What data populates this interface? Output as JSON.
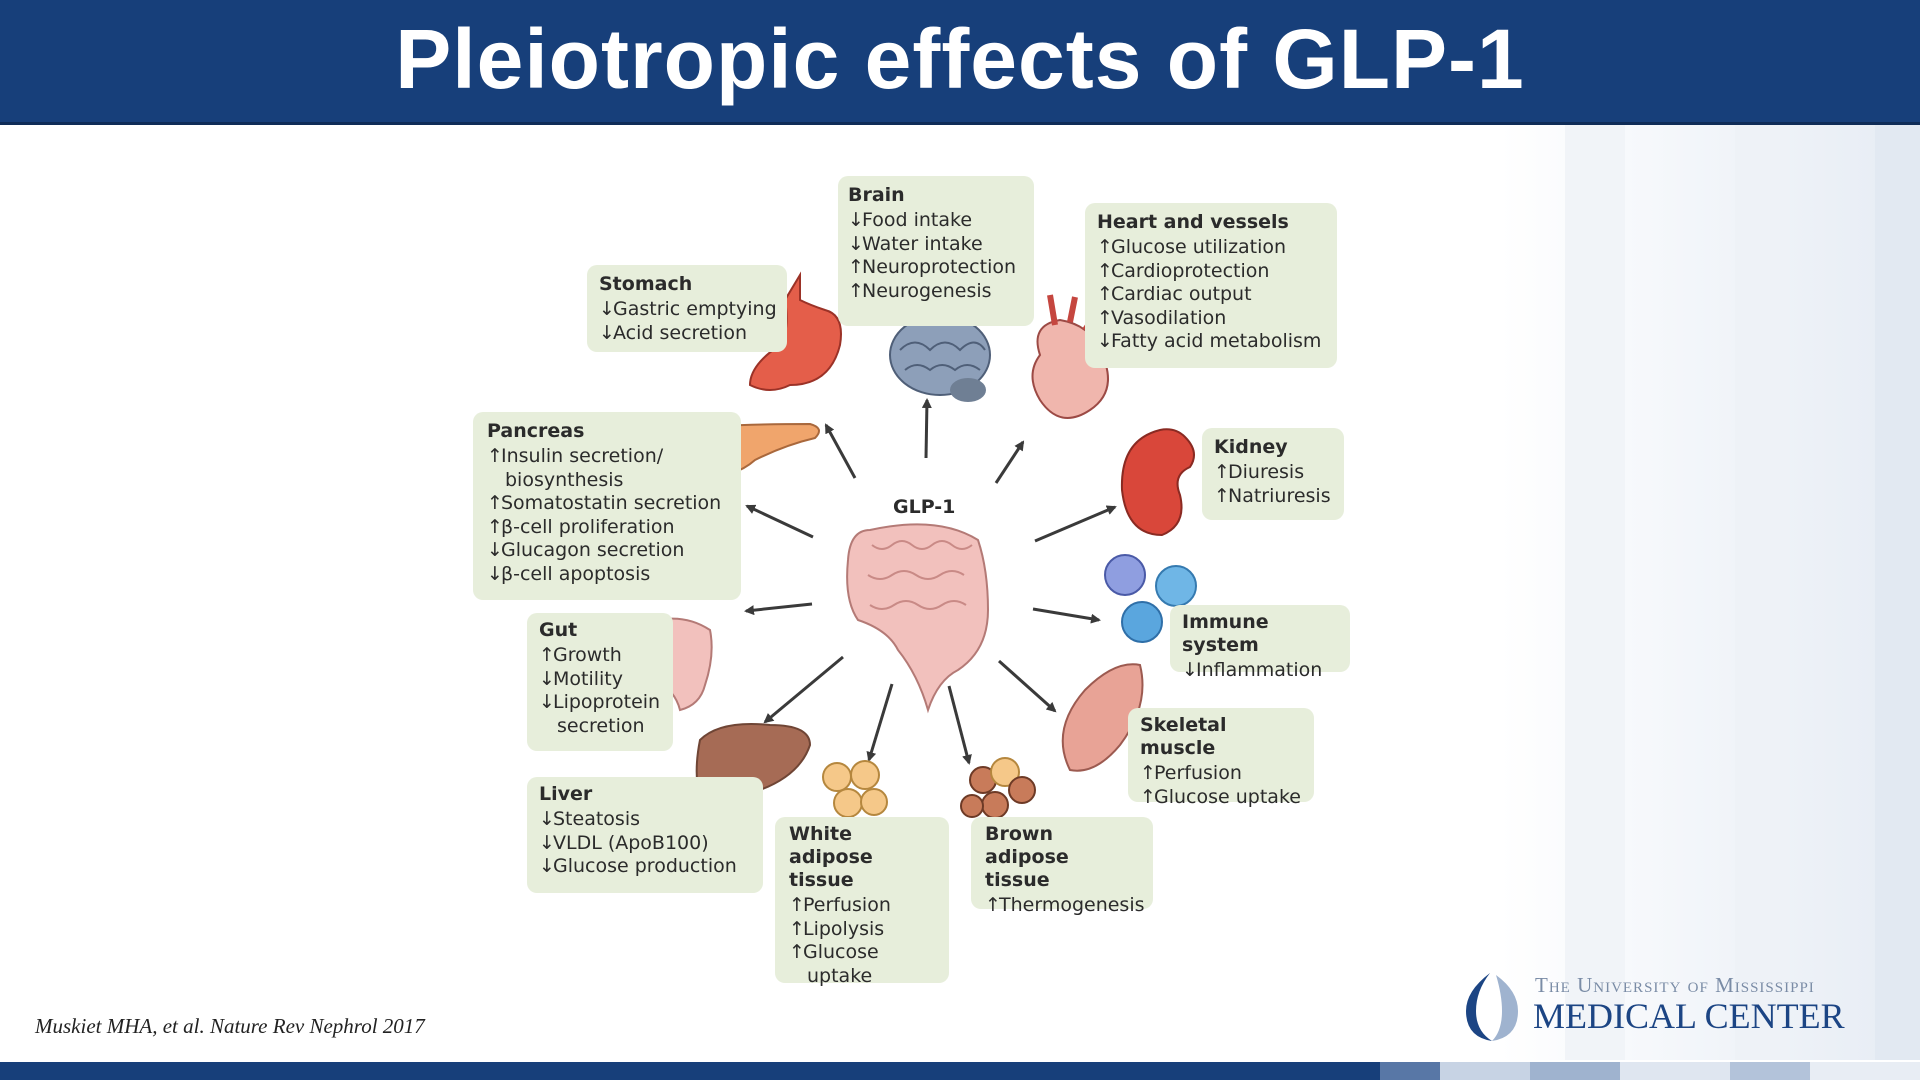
{
  "title": "Pleiotropic effects of GLP-1",
  "center_label": "GLP-1",
  "boxes": {
    "brain": {
      "heading": "Brain",
      "items": [
        {
          "dir": "↓",
          "text": "Food intake"
        },
        {
          "dir": "↓",
          "text": "Water intake"
        },
        {
          "dir": "↑",
          "text": "Neuroprotection"
        },
        {
          "dir": "↑",
          "text": "Neurogenesis"
        }
      ]
    },
    "heart": {
      "heading": "Heart and vessels",
      "items": [
        {
          "dir": "↑",
          "text": "Glucose utilization"
        },
        {
          "dir": "↑",
          "text": "Cardioprotection"
        },
        {
          "dir": "↑",
          "text": "Cardiac output"
        },
        {
          "dir": "↑",
          "text": "Vasodilation"
        },
        {
          "dir": "↓",
          "text": "Fatty acid metabolism"
        }
      ]
    },
    "stomach": {
      "heading": "Stomach",
      "items": [
        {
          "dir": "↓",
          "text": "Gastric emptying"
        },
        {
          "dir": "↓",
          "text": "Acid secretion"
        }
      ]
    },
    "kidney": {
      "heading": "Kidney",
      "items": [
        {
          "dir": "↑",
          "text": "Diuresis"
        },
        {
          "dir": "↑",
          "text": "Natriuresis"
        }
      ]
    },
    "pancreas": {
      "heading": "Pancreas",
      "items": [
        {
          "dir": "↑",
          "text": "Insulin secretion/"
        },
        {
          "dir": "",
          "text": "biosynthesis"
        },
        {
          "dir": "↑",
          "text": "Somatostatin secretion"
        },
        {
          "dir": "↑",
          "text": "β-cell proliferation"
        },
        {
          "dir": "↓",
          "text": "Glucagon secretion"
        },
        {
          "dir": "↓",
          "text": "β-cell apoptosis"
        }
      ]
    },
    "immune": {
      "heading": "Immune system",
      "items": [
        {
          "dir": "↓",
          "text": "Inflammation"
        }
      ]
    },
    "gut": {
      "heading": "Gut",
      "items": [
        {
          "dir": "↑",
          "text": "Growth"
        },
        {
          "dir": "↓",
          "text": "Motility"
        },
        {
          "dir": "↓",
          "text": "Lipoprotein"
        },
        {
          "dir": "",
          "text": "secretion"
        }
      ]
    },
    "skeletal": {
      "heading": "Skeletal muscle",
      "items": [
        {
          "dir": "↑",
          "text": "Perfusion"
        },
        {
          "dir": "↑",
          "text": "Glucose uptake"
        }
      ]
    },
    "liver": {
      "heading": "Liver",
      "items": [
        {
          "dir": "↓",
          "text": "Steatosis"
        },
        {
          "dir": "↓",
          "text": "VLDL (ApoB100)"
        },
        {
          "dir": "↓",
          "text": "Glucose production"
        }
      ]
    },
    "white_adipose": {
      "heading": "White adipose tissue",
      "items": [
        {
          "dir": "↑",
          "text": "Perfusion"
        },
        {
          "dir": "↑",
          "text": "Lipolysis"
        },
        {
          "dir": "↑",
          "text": "Glucose"
        },
        {
          "dir": "",
          "text": "uptake"
        }
      ]
    },
    "brown_adipose": {
      "heading": "Brown adipose tissue",
      "items": [
        {
          "dir": "↑",
          "text": "Thermogenesis"
        }
      ]
    }
  },
  "citation": "Muskiet MHA, et al. Nature Rev Nephrol 2017",
  "logo": {
    "line1": "The University of Mississippi",
    "line2": "MEDICAL CENTER"
  },
  "colors": {
    "header": "#173f7a",
    "box_fill": "#e7eedb",
    "arrow": "#3a3a3a"
  }
}
